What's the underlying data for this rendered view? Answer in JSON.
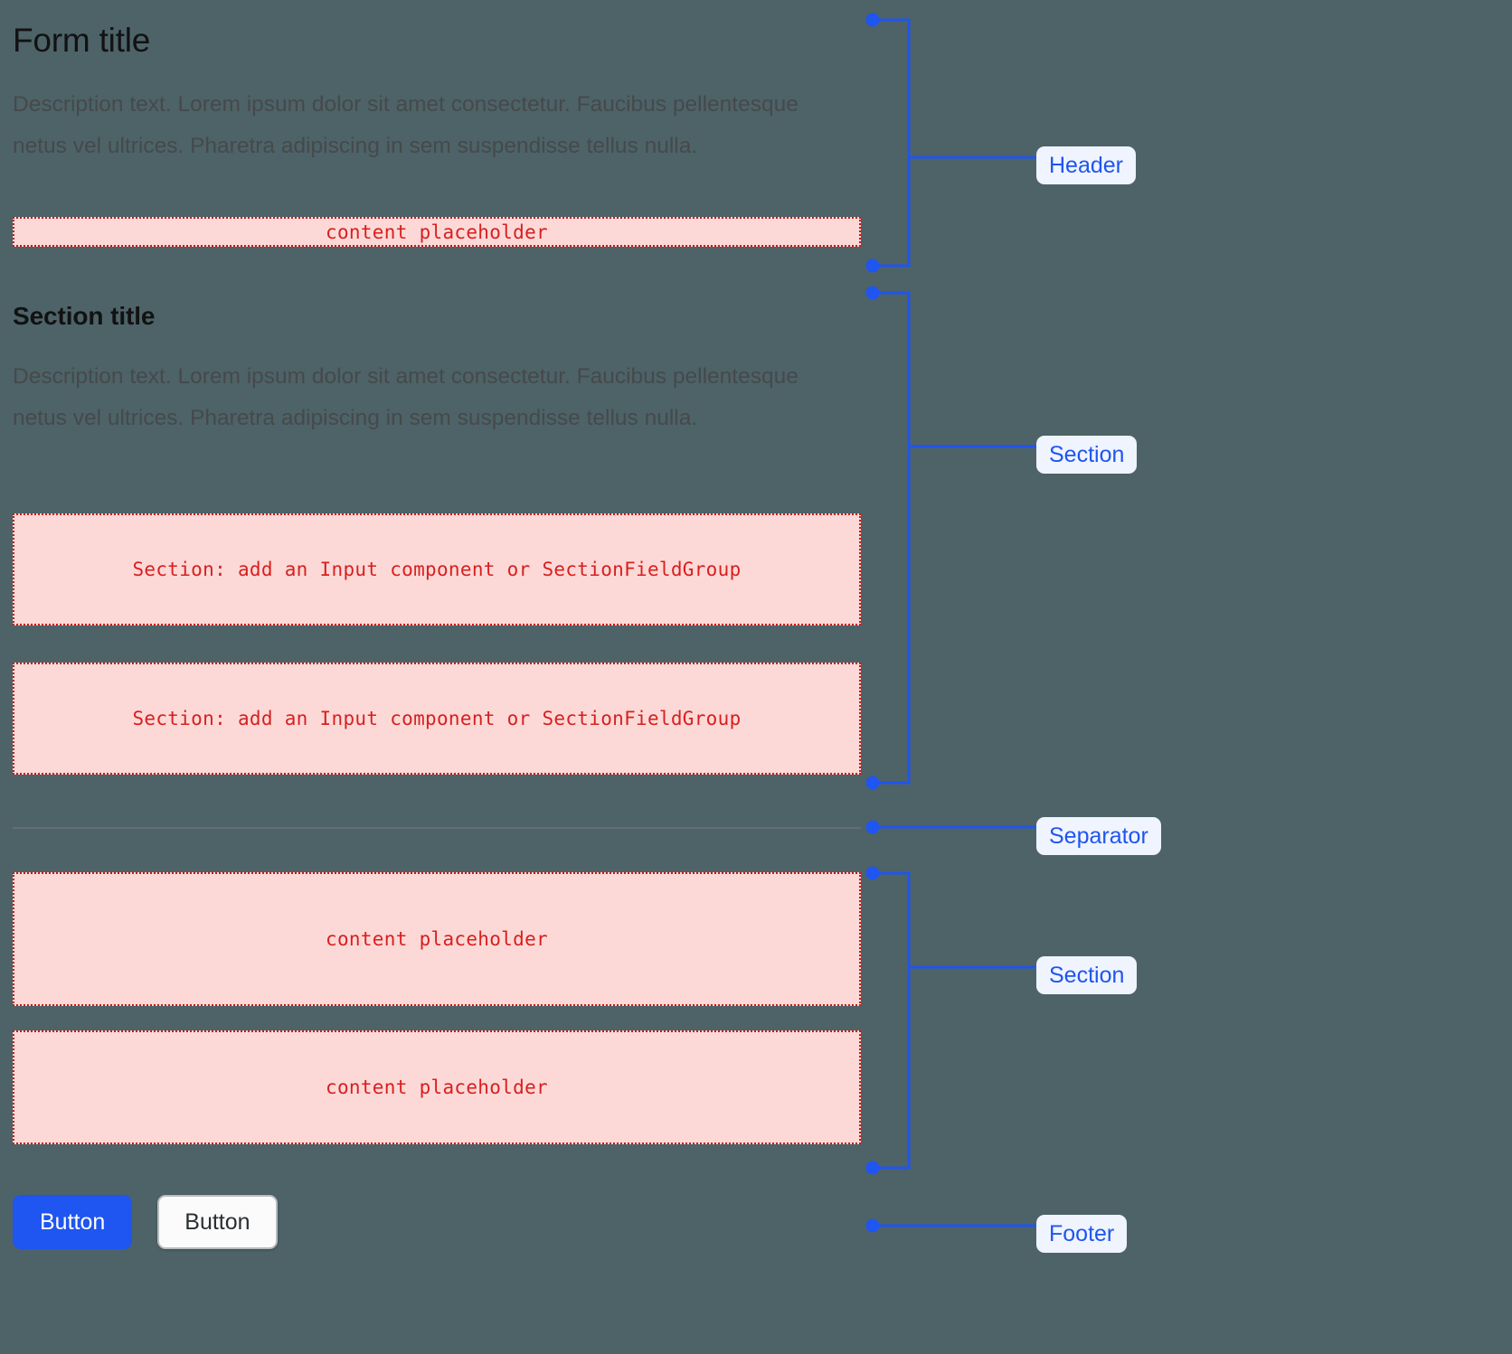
{
  "theme": {
    "background": "#4d6368",
    "accent_blue": "#1f55f0",
    "badge_background": "#eff4fe",
    "placeholder_fill": "#fcd9d7",
    "placeholder_border": "#cc1717",
    "placeholder_text": "#d81f1f",
    "heading_color": "#121212",
    "description_color": "#46494b",
    "separator_color": "#636f73"
  },
  "form": {
    "title": "Form title",
    "description": "Description text. Lorem ipsum dolor sit amet consectetur. Faucibus pellentesque netus vel ultrices. Pharetra adipiscing in sem suspendisse tellus nulla.",
    "header_placeholder": "content placeholder",
    "section": {
      "title": "Section title",
      "description": "Description text. Lorem ipsum dolor sit amet consectetur. Faucibus pellentesque netus vel ultrices. Pharetra adipiscing in sem suspendisse tellus nulla.",
      "field_placeholder_1": "Section: add an Input component or SectionFieldGroup",
      "field_placeholder_2": "Section: add an Input component or SectionFieldGroup"
    },
    "section_2": {
      "content_placeholder_1": "content placeholder",
      "content_placeholder_2": "content placeholder"
    },
    "footer": {
      "primary_button": "Button",
      "secondary_button": "Button"
    }
  },
  "annotations": {
    "header": "Header",
    "section_1": "Section",
    "separator": "Separator",
    "section_2": "Section",
    "footer": "Footer"
  }
}
